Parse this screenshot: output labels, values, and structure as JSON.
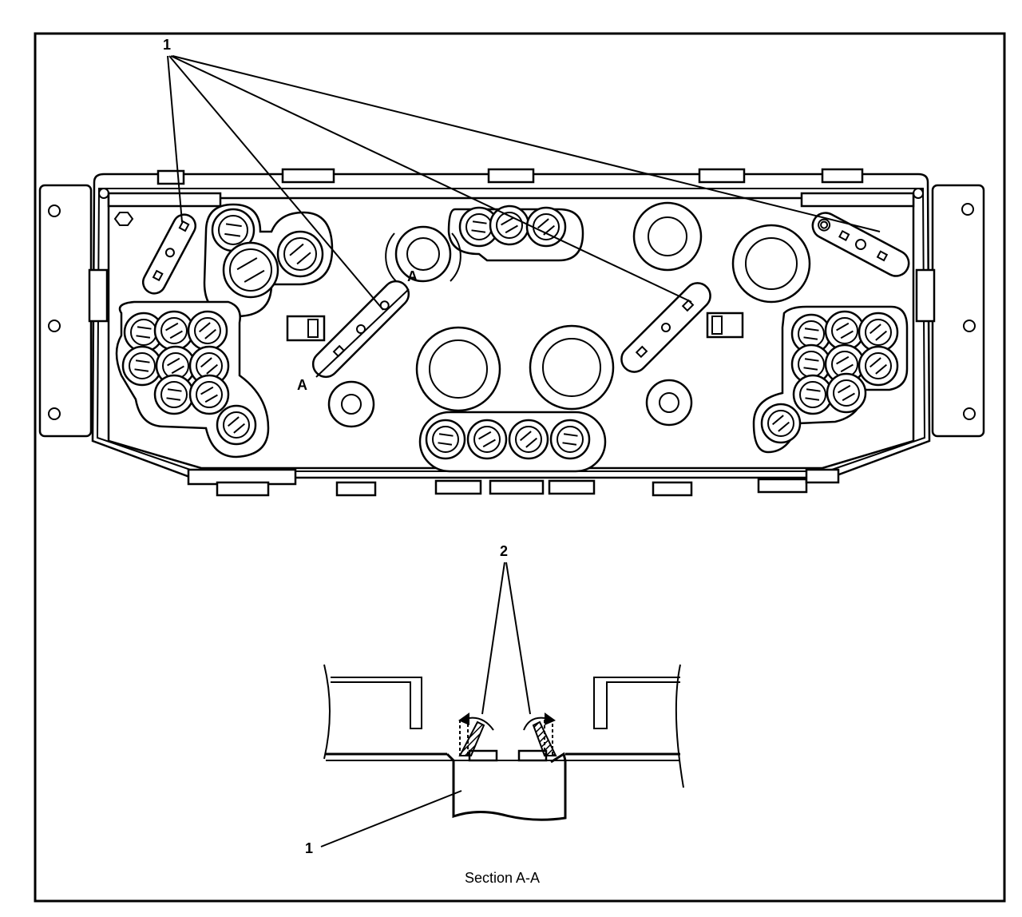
{
  "callouts": {
    "top_label": "1",
    "section_marker_upper": "A",
    "section_marker_lower": "A",
    "detail_label": "2",
    "detail_base_label": "1"
  },
  "caption": "Section A-A",
  "icons": {
    "bulb_socket": "socket-icon",
    "retaining_tab": "tab-icon",
    "arrow": "arrow-icon"
  },
  "colors": {
    "line": "#000000",
    "background": "#ffffff"
  }
}
